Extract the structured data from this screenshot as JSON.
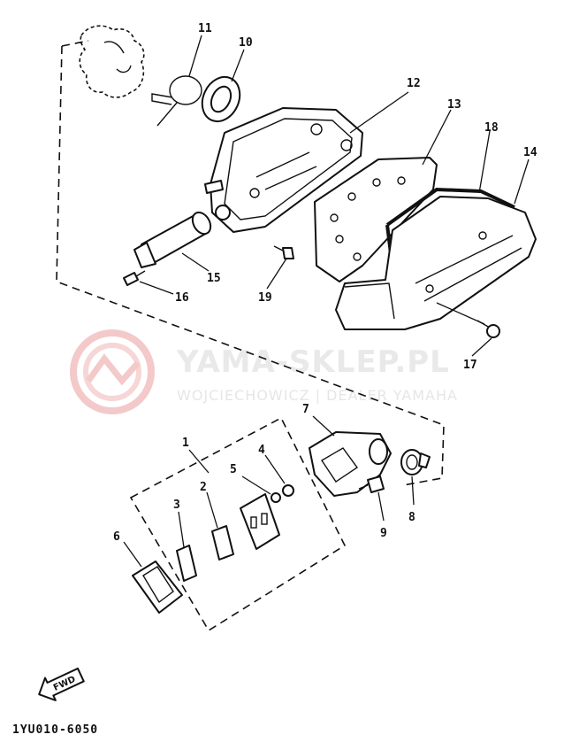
{
  "watermark": {
    "brand": "YAMA-SKLEP.PL",
    "dealer": "WOJCIECHOWICZ | DEALER YAMAHA",
    "colors": {
      "logo": "#f3c9c9",
      "text": "#e8e8e8"
    }
  },
  "diagram_code": "1YU010-6050",
  "fwd_label": "FWD",
  "callouts": [
    {
      "id": "c1",
      "label": "1"
    },
    {
      "id": "c2",
      "label": "2"
    },
    {
      "id": "c3",
      "label": "3"
    },
    {
      "id": "c4",
      "label": "4"
    },
    {
      "id": "c5",
      "label": "5"
    },
    {
      "id": "c6",
      "label": "6"
    },
    {
      "id": "c7",
      "label": "7"
    },
    {
      "id": "c8",
      "label": "8"
    },
    {
      "id": "c9",
      "label": "9"
    },
    {
      "id": "c10",
      "label": "10"
    },
    {
      "id": "c11",
      "label": "11"
    },
    {
      "id": "c12",
      "label": "12"
    },
    {
      "id": "c13",
      "label": "13"
    },
    {
      "id": "c14",
      "label": "14"
    },
    {
      "id": "c15",
      "label": "15"
    },
    {
      "id": "c16",
      "label": "16"
    },
    {
      "id": "c17",
      "label": "17"
    },
    {
      "id": "c18",
      "label": "18"
    },
    {
      "id": "c19",
      "label": "19"
    }
  ]
}
